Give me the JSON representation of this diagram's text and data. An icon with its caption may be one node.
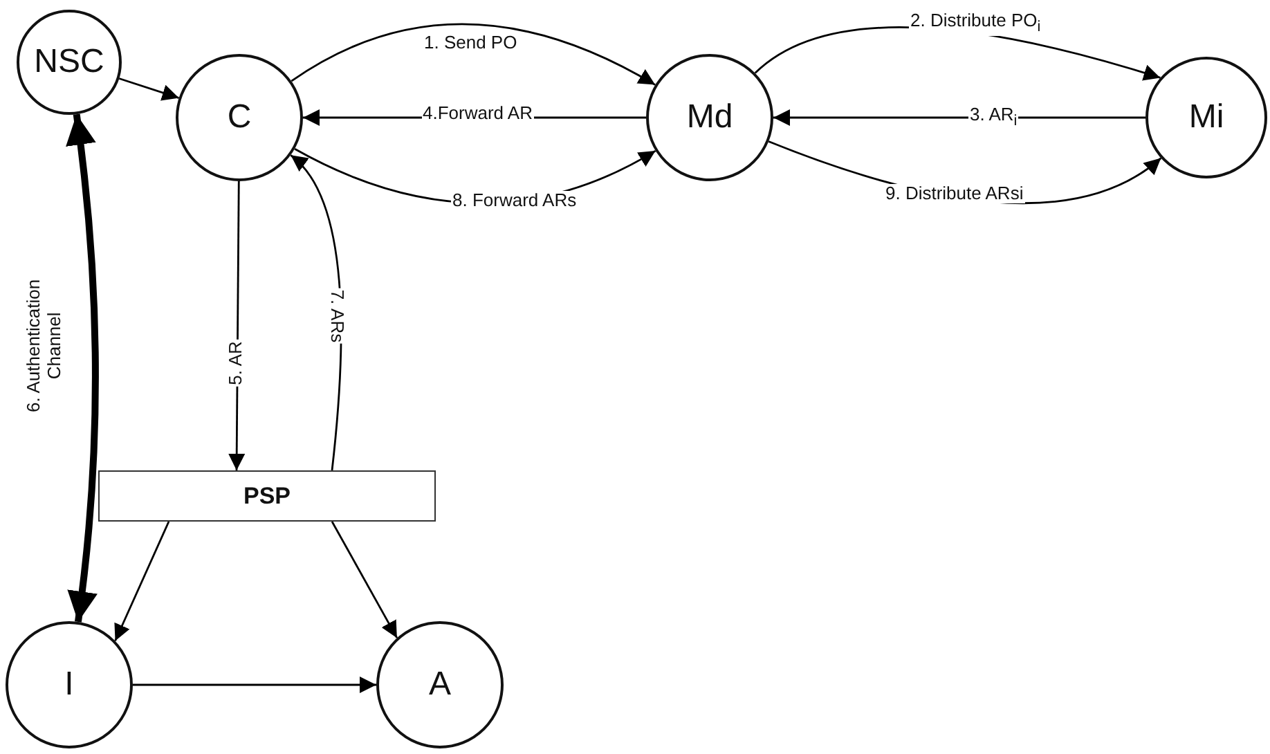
{
  "diagram": {
    "nodes": [
      {
        "text": [
          "NSC"
        ]
      },
      {
        "text": [
          "C"
        ]
      },
      {
        "text": [
          "Md"
        ]
      },
      {
        "text": [
          "Mi"
        ]
      },
      {
        "text": [
          "PSP"
        ]
      },
      {
        "text": [
          "I"
        ]
      },
      {
        "text": [
          "A"
        ]
      }
    ],
    "edges": [
      {
        "from": 1,
        "to": 2,
        "arrow": "to",
        "label": "1. Send PO"
      },
      {
        "from": 2,
        "to": 3,
        "arrow": "to",
        "label": "2. Distribute PO$_{i}$"
      },
      {
        "from": 3,
        "to": 2,
        "arrow": "to",
        "label": "3. AR$_{i}$"
      },
      {
        "from": 2,
        "to": 1,
        "arrow": "to",
        "label": "4.Forward AR"
      },
      {
        "from": 1,
        "to": 4,
        "arrow": "to",
        "label": "5. AR"
      },
      {
        "from": 5,
        "to": 0,
        "arrow": "both",
        "label": "6. Authentication Channel",
        "style": "thick"
      },
      {
        "from": 4,
        "to": 1,
        "arrow": "to",
        "label": "7. ARs"
      },
      {
        "from": 1,
        "to": 2,
        "arrow": "to",
        "label": "8. Forward ARs"
      },
      {
        "from": 2,
        "to": 3,
        "arrow": "to",
        "label": "9. Distribute ARsi"
      },
      {
        "from": 0,
        "to": 1,
        "arrow": "to"
      },
      {
        "from": 4,
        "to": 5,
        "arrow": "to"
      },
      {
        "from": 4,
        "to": 6,
        "arrow": "to"
      },
      {
        "from": 5,
        "to": 6,
        "arrow": "to"
      }
    ]
  }
}
